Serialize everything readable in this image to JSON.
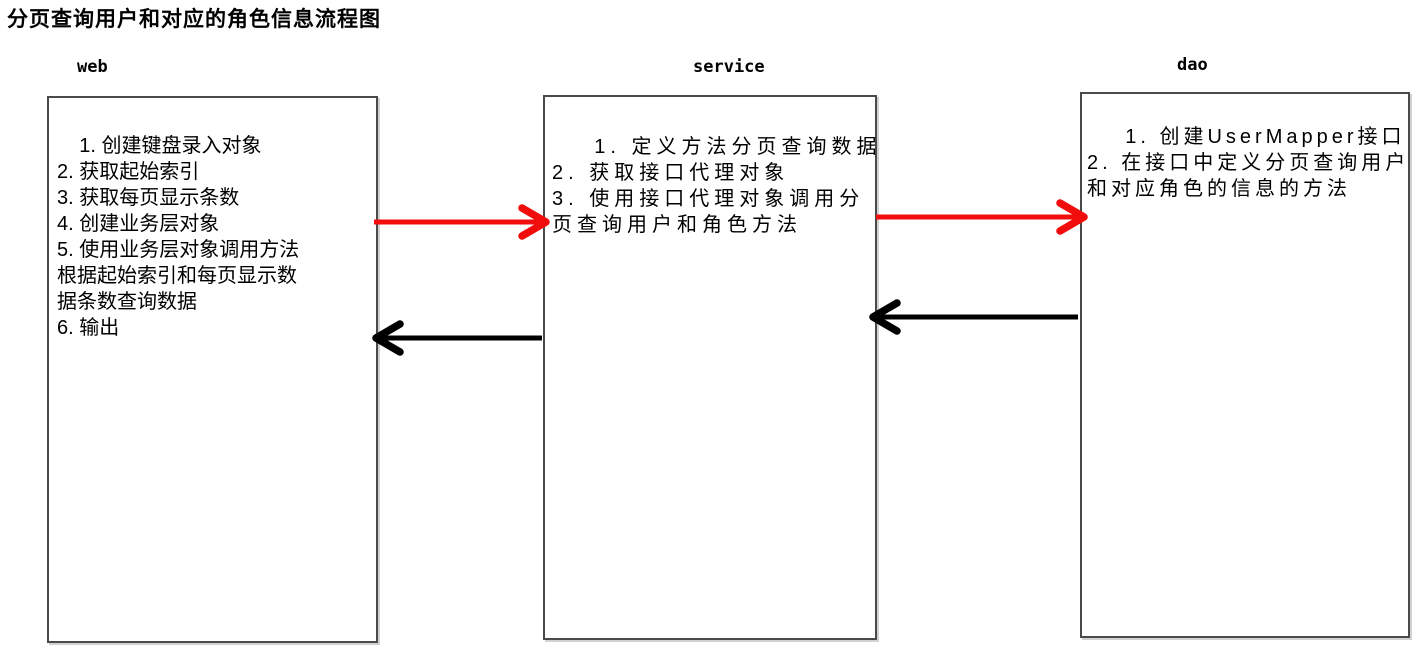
{
  "title": "分页查询用户和对应的角色信息流程图",
  "columns": [
    {
      "label": "web",
      "text": "1. 创建键盘录入对象\n2. 获取起始索引\n3. 获取每页显示条数\n4. 创建业务层对象\n5. 使用业务层对象调用方法\n根据起始索引和每页显示数\n据条数查询数据\n6. 输出"
    },
    {
      "label": "service",
      "text": "1. 定义方法分页查询数据\n2. 获取接口代理对象\n3. 使用接口代理对象调用分\n页查询用户和角色方法"
    },
    {
      "label": "dao",
      "text": "1. 创建UserMapper接口\n2. 在接口中定义分页查询用户\n和对应角色的信息的方法"
    }
  ],
  "arrows": [
    {
      "from": "web",
      "to": "service",
      "direction": "right",
      "color": "#f20d0d"
    },
    {
      "from": "service",
      "to": "web",
      "direction": "left",
      "color": "#000000"
    },
    {
      "from": "service",
      "to": "dao",
      "direction": "right",
      "color": "#f20d0d"
    },
    {
      "from": "dao",
      "to": "service",
      "direction": "left",
      "color": "#000000"
    }
  ],
  "colors": {
    "arrow_red": "#f20d0d",
    "arrow_black": "#000000",
    "box_border": "#4a4a4a",
    "background": "#ffffff",
    "text": "#000000"
  }
}
